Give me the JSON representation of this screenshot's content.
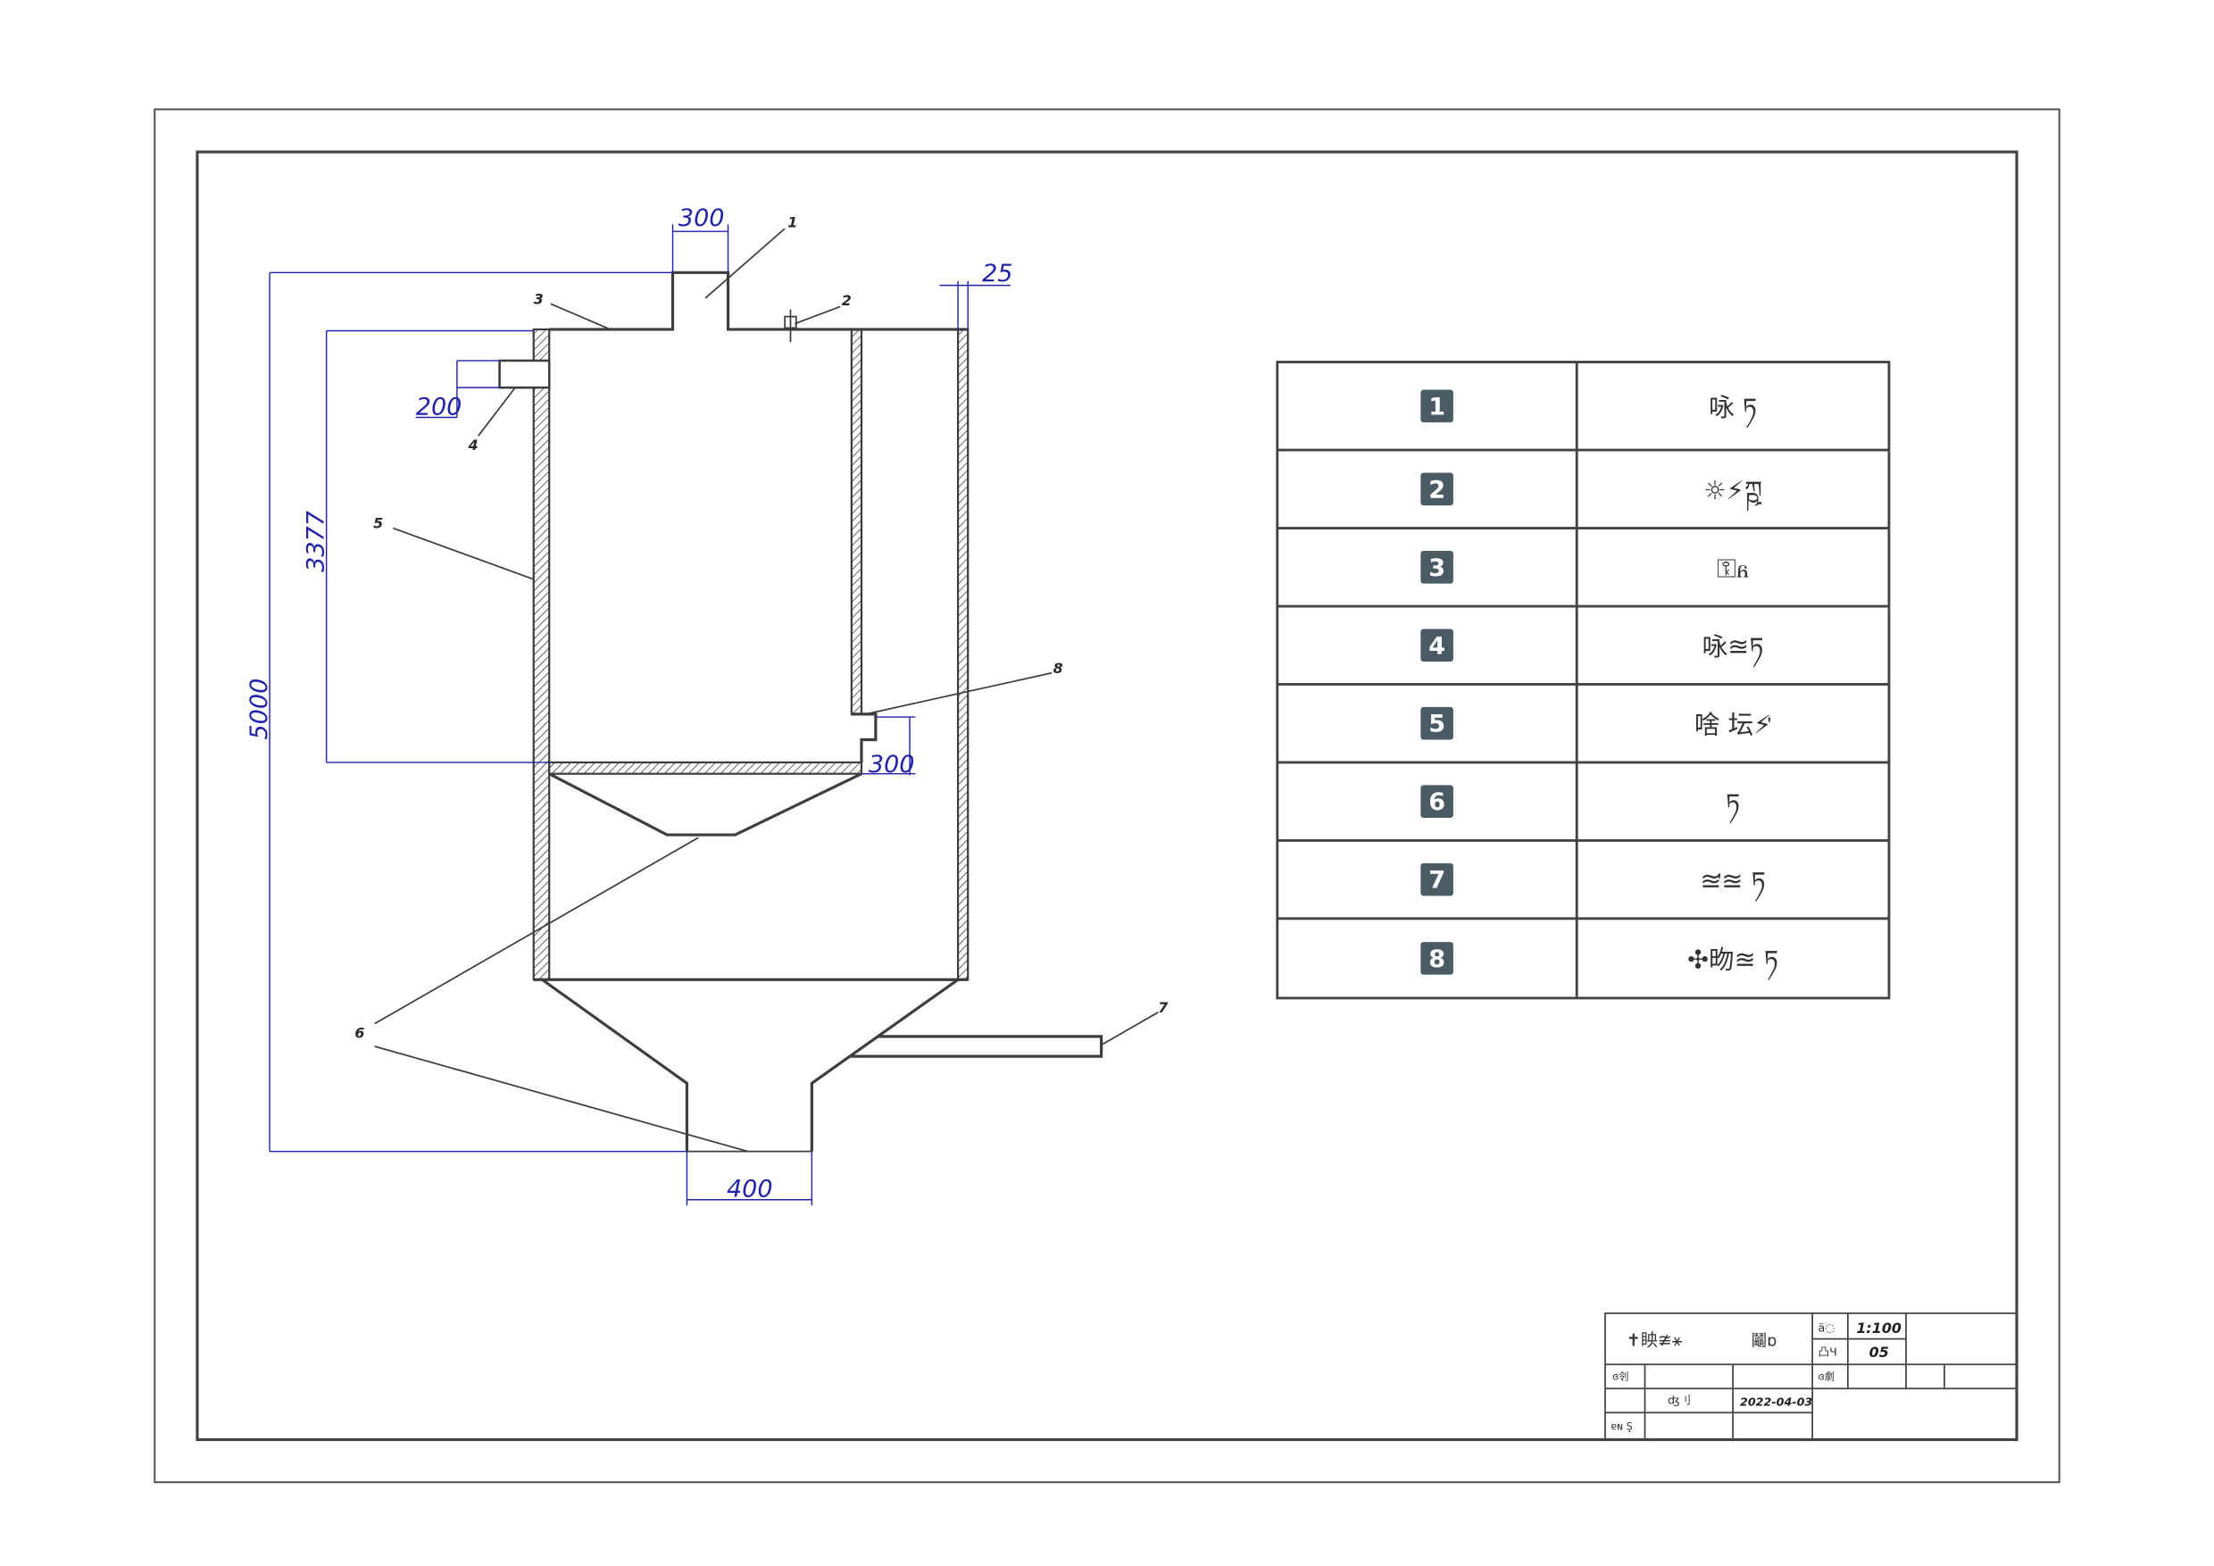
{
  "drawing": {
    "dimensions": {
      "top_nozzle_width": "300",
      "wall_thickness": "25",
      "side_nozzle": "200",
      "inner_height": "3377",
      "total_height": "5000",
      "lower_nozzle": "300",
      "outlet_width": "400"
    },
    "part_labels": [
      "1",
      "2",
      "3",
      "4",
      "5",
      "6",
      "7",
      "8"
    ]
  },
  "parts_table": {
    "rows": [
      {
        "no": "1",
        "name": "咏  ཏ"
      },
      {
        "no": "2",
        "name": "☼⚡ཀྵ"
      },
      {
        "no": "3",
        "name": "⚿ᏺ"
      },
      {
        "no": "4",
        "name": "咏≊ཏ"
      },
      {
        "no": "5",
        "name": "啥  坛⚡ᡃ"
      },
      {
        "no": "6",
        "name": "ཏ"
      },
      {
        "no": "7",
        "name": "≊ᡃ≊  ཏ"
      },
      {
        "no": "8",
        "name": "✣昒≊  ཏ"
      }
    ]
  },
  "title_block": {
    "drawing_name": "✝眏≇⚹",
    "drawing_name_suffix": "鬮ɒ",
    "scale_label": "ä◌",
    "scale_value": "1:100",
    "count_label": "凸Ч",
    "count_value": "05",
    "drawn_label": "ɞ刢",
    "check_label": "ɞ劇",
    "designer": "ʤ刂",
    "date": "2022-04-03",
    "approved_label": "ɐɴ Ş"
  },
  "colors": {
    "line": "#3d3d3d",
    "dimension": "#2323a8",
    "keycap": "#4a5b63"
  }
}
